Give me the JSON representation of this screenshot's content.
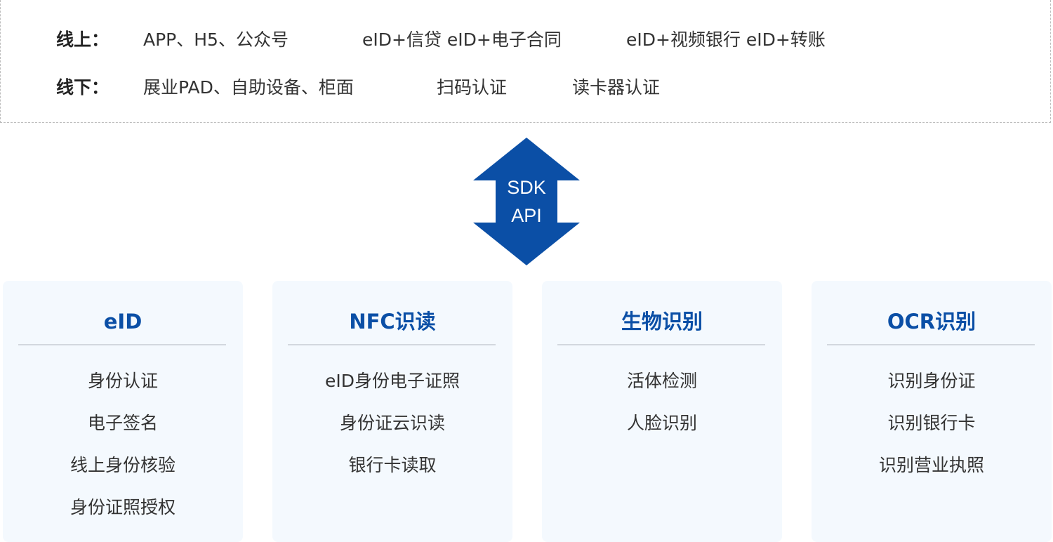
{
  "channels": {
    "online": {
      "label": "线上：",
      "items": [
        "APP、H5、公众号",
        "eID+信贷 eID+电子合同",
        "eID+视频银行 eID+转账"
      ]
    },
    "offline": {
      "label": "线下：",
      "items": [
        "展业PAD、自助设备、柜面",
        "扫码认证",
        "读卡器认证"
      ]
    }
  },
  "arrow": {
    "line1": "SDK",
    "line2": "API",
    "color": "#0b4fa6"
  },
  "cards": [
    {
      "title": "eID",
      "items": [
        "身份认证",
        "电子签名",
        "线上身份核验",
        "身份证照授权"
      ]
    },
    {
      "title": "NFC识读",
      "items": [
        "eID身份电子证照",
        "身份证云识读",
        "银行卡读取"
      ]
    },
    {
      "title": "生物识别",
      "items": [
        "活体检测",
        "人脸识别"
      ]
    },
    {
      "title": "OCR识别",
      "items": [
        "识别身份证",
        "识别银行卡",
        "识别营业执照"
      ]
    }
  ],
  "colors": {
    "accent": "#0b4fa6",
    "card_bg": "#f4f9fe",
    "dashed_border": "#bdbdbd"
  }
}
